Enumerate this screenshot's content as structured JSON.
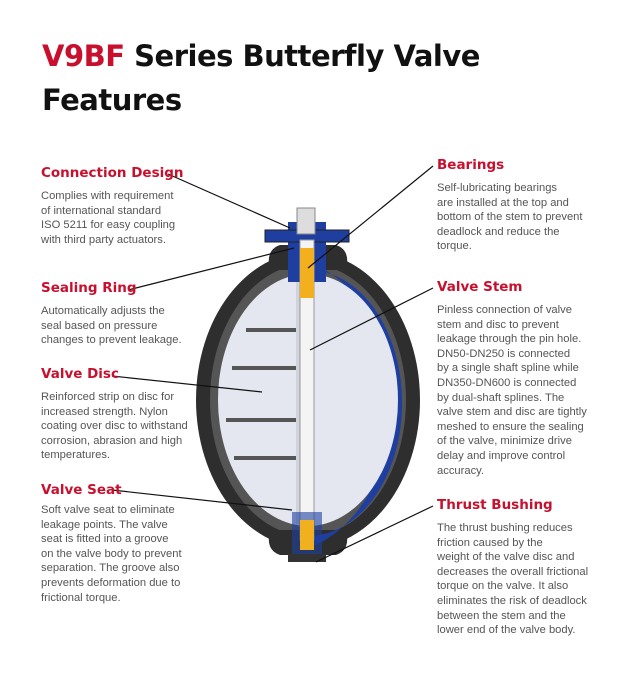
{
  "title": {
    "model": "V9BF",
    "rest_line1": " Series Butterfly Valve",
    "line2": "Features"
  },
  "colors": {
    "accent": "#c8102e",
    "body_blue": "#1e3fa0",
    "bearing": "#f2b01e"
  },
  "features": [
    {
      "heading": "Connection Design",
      "lines": [
        "Complies with requirement",
        "of international standard",
        "ISO 5211 for easy coupling",
        "with third party actuators."
      ]
    },
    {
      "heading": "Sealing Ring",
      "lines": [
        "Automatically adjusts the",
        "seal based on pressure",
        "changes to prevent leakage."
      ]
    },
    {
      "heading": "Valve Disc",
      "lines": [
        "Reinforced strip on disc for",
        "increased strength. Nylon",
        "coating over disc to withstand",
        "corrosion, abrasion and high",
        "temperatures."
      ]
    },
    {
      "heading": "Valve Seat",
      "lines": [
        "Soft valve seat to eliminate",
        "leakage points. The valve",
        "seat is fitted into a groove",
        "on the valve body to prevent",
        "separation. The groove also",
        "prevents deformation due to",
        "frictional torque."
      ]
    },
    {
      "heading": "Bearings",
      "lines": [
        "Self-lubricating bearings",
        "are installed at the top and",
        "bottom of the stem to prevent",
        "deadlock and reduce the",
        "torque."
      ]
    },
    {
      "heading": "Valve Stem",
      "lines": [
        "Pinless connection of valve",
        "stem and disc to prevent",
        "leakage through the pin hole.",
        "DN50-DN250 is connected",
        "by a single shaft spline while",
        "DN350-DN600 is connected",
        "by dual-shaft splines. The",
        "valve stem and disc are tightly",
        "meshed to ensure the sealing",
        "of the valve, minimize drive",
        "delay and improve control",
        "accuracy."
      ]
    },
    {
      "heading": "Thrust Bushing",
      "lines": [
        "The thrust bushing reduces",
        "friction caused by the",
        "weight of the valve disc and",
        "decreases the overall frictional",
        "torque on the valve. It also",
        "eliminates the risk of deadlock",
        "between the stem and the",
        "lower end of the valve body."
      ]
    }
  ]
}
